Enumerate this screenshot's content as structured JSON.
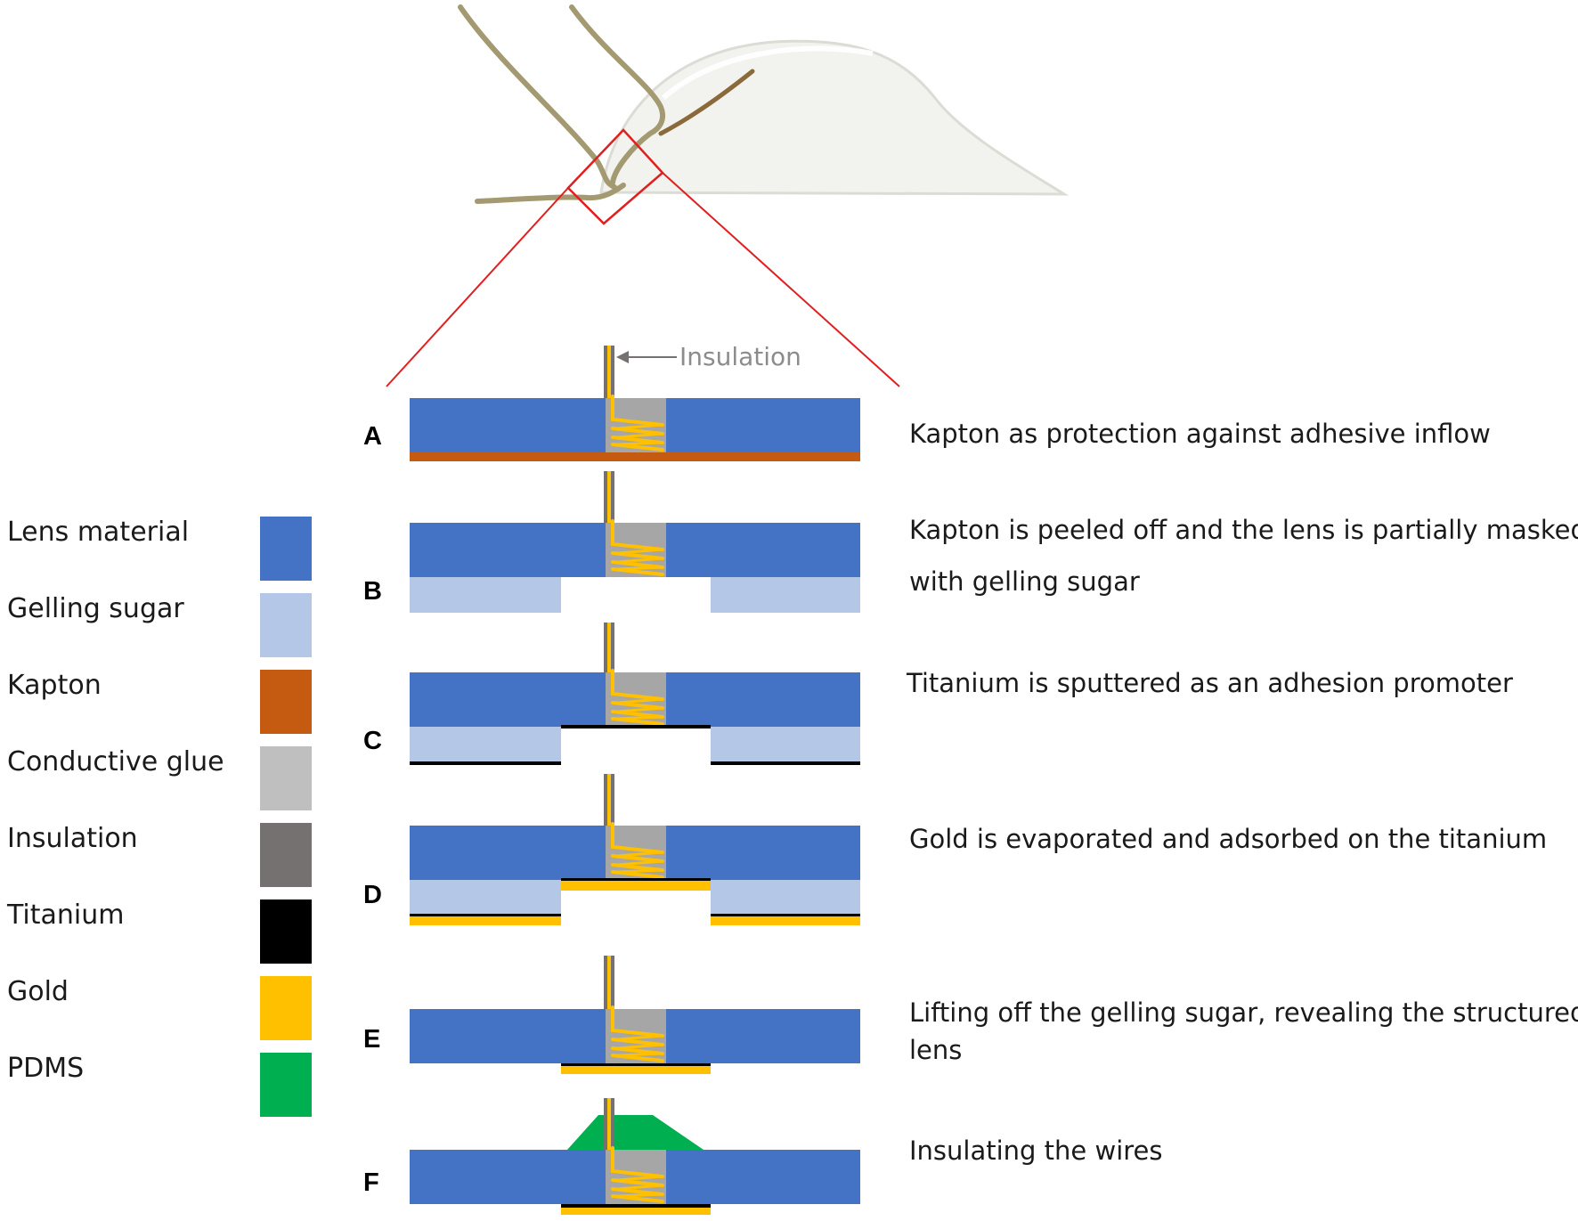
{
  "colors": {
    "lens": "#4472c4",
    "gelling_sugar": "#b4c7e7",
    "kapton": "#c55a11",
    "conductive_glue": "#a6a6a6",
    "insulation": "#767171",
    "titanium": "#000000",
    "gold": "#ffc000",
    "pdms": "#00b050",
    "zoom_lines": "#e02020"
  },
  "legend": [
    {
      "label": "Lens material",
      "color": "#4472c4"
    },
    {
      "label": "Gelling sugar",
      "color": "#b4c7e7"
    },
    {
      "label": "Kapton",
      "color": "#c55a11"
    },
    {
      "label": "Conductive glue",
      "color": "#bfbfbf"
    },
    {
      "label": "Insulation",
      "color": "#767171"
    },
    {
      "label": "Titanium",
      "color": "#000000"
    },
    {
      "label": "Gold",
      "color": "#ffc000"
    },
    {
      "label": "PDMS",
      "color": "#00b050"
    }
  ],
  "insulation_callout": "Insulation",
  "steps": [
    {
      "letter": "A",
      "text_lines": [
        "Kapton as protection against adhesive inflow"
      ]
    },
    {
      "letter": "B",
      "text_lines": [
        "Kapton is peeled off and the lens is partially masked",
        "with gelling sugar"
      ]
    },
    {
      "letter": "C",
      "text_lines": [
        "Titanium is sputtered as an adhesion promoter"
      ]
    },
    {
      "letter": "D",
      "text_lines": [
        "Gold is evaporated and adsorbed on the titanium"
      ]
    },
    {
      "letter": "E",
      "text_lines": [
        "Lifting off the gelling sugar, revealing the structured",
        "lens"
      ]
    },
    {
      "letter": "F",
      "text_lines": [
        "Insulating the wires"
      ]
    }
  ]
}
